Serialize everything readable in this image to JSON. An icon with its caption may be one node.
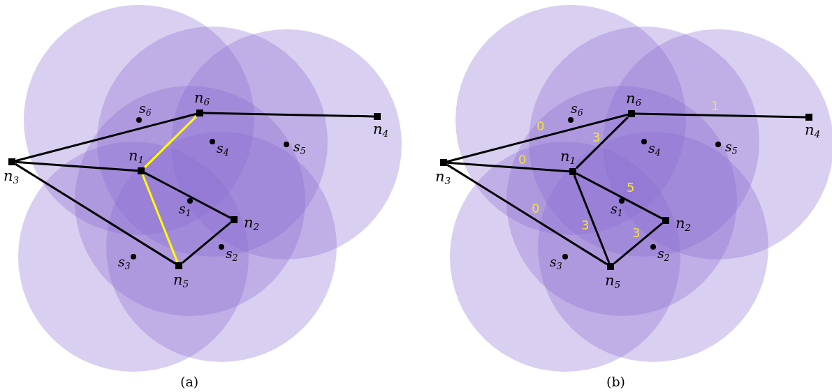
{
  "diagram": {
    "nodes": [
      {
        "text": [
          "n$_{6}$"
        ]
      },
      {
        "text": [
          "n$_{4}$"
        ]
      },
      {
        "text": [
          "n$_{3}$"
        ]
      },
      {
        "text": [
          "n$_{1}$"
        ]
      },
      {
        "text": [
          "n$_{2}$"
        ]
      },
      {
        "text": [
          "n$_{5}$"
        ]
      },
      {
        "text": [
          "n$_{6}$"
        ]
      },
      {
        "text": [
          "n$_{4}$"
        ]
      },
      {
        "text": [
          "n$_{3}$"
        ]
      },
      {
        "text": [
          "n$_{1}$"
        ]
      },
      {
        "text": [
          "n$_{2}$"
        ]
      },
      {
        "text": [
          "n$_{5}$"
        ]
      }
    ],
    "edges": [
      {
        "from": 2,
        "to": 0,
        "arrow": "none"
      },
      {
        "from": 2,
        "to": 3,
        "arrow": "none"
      },
      {
        "from": 2,
        "to": 5,
        "arrow": "none"
      },
      {
        "from": 0,
        "to": 1,
        "arrow": "none"
      },
      {
        "from": 0,
        "to": 3,
        "arrow": "none",
        "color": "#ffff00"
      },
      {
        "from": 3,
        "to": 4,
        "arrow": "none"
      },
      {
        "from": 3,
        "to": 5,
        "arrow": "none",
        "color": "#ffff00"
      },
      {
        "from": 5,
        "to": 4,
        "arrow": "none"
      },
      {
        "from": 8,
        "to": 6,
        "arrow": "none",
        "label": "0"
      },
      {
        "from": 8,
        "to": 9,
        "arrow": "none",
        "label": "0"
      },
      {
        "from": 8,
        "to": 11,
        "arrow": "none",
        "label": "0"
      },
      {
        "from": 6,
        "to": 7,
        "arrow": "none",
        "label": "1"
      },
      {
        "from": 6,
        "to": 9,
        "arrow": "none",
        "label": "3"
      },
      {
        "from": 9,
        "to": 10,
        "arrow": "none",
        "label": "5"
      },
      {
        "from": 9,
        "to": 11,
        "arrow": "none",
        "label": "3"
      },
      {
        "from": 11,
        "to": 10,
        "arrow": "none",
        "label": "3"
      }
    ],
    "labels": [
      "s$_{6}$",
      "s$_{4}$",
      "s$_{5}$",
      "s$_{1}$",
      "s$_{2}$",
      "s$_{3}$",
      "s$_{6}$",
      "s$_{4}$",
      "s$_{5}$",
      "s$_{1}$",
      "s$_{2}$",
      "s$_{3}$",
      "(a)",
      "(b)"
    ]
  }
}
